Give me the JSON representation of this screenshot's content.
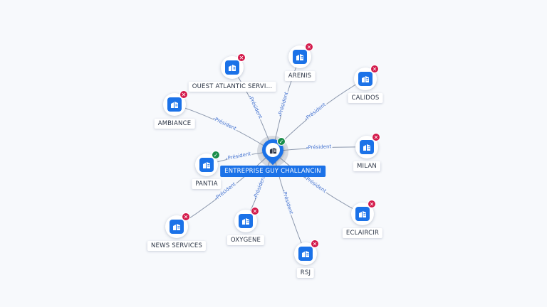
{
  "center": {
    "label": "ENTREPRISE GUY CHALLANCIN",
    "status": "active",
    "icon": "company-icon"
  },
  "colors": {
    "accent": "#1b72e8",
    "inactive": "#d3194a",
    "active": "#1a8d4a",
    "edge": "#8c98ad",
    "edge_label": "#3f6fcf"
  },
  "relations": [
    {
      "id": "ouest-atlantic",
      "label": "OUEST ATLANTIC SERVI...",
      "status": "inactive",
      "edge_label": "Président"
    },
    {
      "id": "arenis",
      "label": "ARENIS",
      "status": "inactive",
      "edge_label": "Président"
    },
    {
      "id": "calidos",
      "label": "CALIDOS",
      "status": "inactive",
      "edge_label": "Président"
    },
    {
      "id": "ambiance",
      "label": "AMBIANCE",
      "status": "inactive",
      "edge_label": "Président"
    },
    {
      "id": "milan",
      "label": "MILAN",
      "status": "inactive",
      "edge_label": "Président"
    },
    {
      "id": "pantia",
      "label": "PANTIA",
      "status": "active",
      "edge_label": "Président"
    },
    {
      "id": "eclaircir",
      "label": "ECLAIRCIR",
      "status": "inactive",
      "edge_label": "Président"
    },
    {
      "id": "news-services",
      "label": "NEWS SERVICES",
      "status": "inactive",
      "edge_label": "Président"
    },
    {
      "id": "oxygene",
      "label": "OXYGENE",
      "status": "inactive",
      "edge_label": "Président"
    },
    {
      "id": "rsj",
      "label": "RSJ",
      "status": "inactive",
      "edge_label": "Président"
    }
  ]
}
